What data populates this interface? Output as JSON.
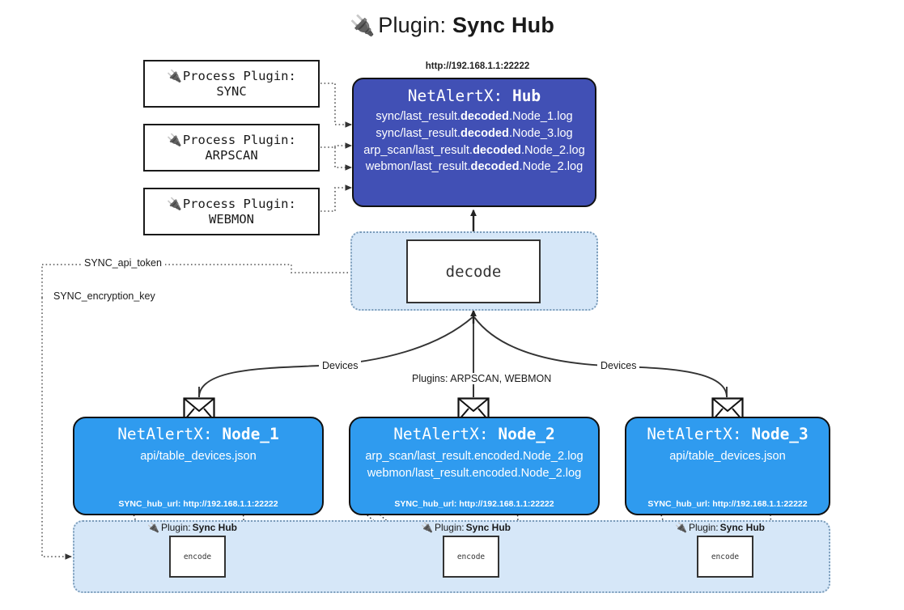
{
  "title": {
    "icon": "plug-icon",
    "label": "Plugin:",
    "value": "Sync Hub"
  },
  "process_plugins": [
    {
      "icon": "plug-icon",
      "line1": "Process Plugin:",
      "line2": "SYNC",
      "name": "process-plugin-sync"
    },
    {
      "icon": "plug-icon",
      "line1": "Process Plugin:",
      "line2": "ARPSCAN",
      "name": "process-plugin-arpscan"
    },
    {
      "icon": "plug-icon",
      "line1": "Process Plugin:",
      "line2": "WEBMON",
      "name": "process-plugin-webmon"
    }
  ],
  "hub": {
    "url": "http://192.168.1.1:22222",
    "title_prefix": "NetAlertX:",
    "title_value": "Hub",
    "lines": [
      {
        "pre": "sync/last_result.",
        "em": "decoded",
        "post": ".Node_1.log"
      },
      {
        "pre": "sync/last_result.",
        "em": "decoded",
        "post": ".Node_3.log"
      },
      {
        "pre": "arp_scan/last_result.",
        "em": "decoded",
        "post": ".Node_2.log"
      },
      {
        "pre": "webmon/last_result.",
        "em": "decoded",
        "post": ".Node_2.log"
      }
    ]
  },
  "decode": {
    "box_label": "decode"
  },
  "encode": {
    "box_label": "encode",
    "caption_icon": "plug-icon",
    "caption_label": "Plugin:",
    "caption_value": "Sync Hub"
  },
  "nodes": [
    {
      "name": "node-1",
      "title_prefix": "NetAlertX:",
      "title_value": "Node_1",
      "lines": [
        "api/table_devices.json"
      ],
      "footer": "SYNC_hub_url: http://192.168.1.1:22222"
    },
    {
      "name": "node-2",
      "title_prefix": "NetAlertX:",
      "title_value": "Node_2",
      "lines": [
        "arp_scan/last_result.encoded.Node_2.log",
        "webmon/last_result.encoded.Node_2.log"
      ],
      "footer": "SYNC_hub_url: http://192.168.1.1:22222"
    },
    {
      "name": "node-3",
      "title_prefix": "NetAlertX:",
      "title_value": "Node_3",
      "lines": [
        "api/table_devices.json"
      ],
      "footer": "SYNC_hub_url: http://192.168.1.1:22222"
    }
  ],
  "edge_labels": {
    "devices_left": "Devices",
    "devices_right": "Devices",
    "plugins": "Plugins: ARPSCAN, WEBMON",
    "api_token": "SYNC_api_token",
    "encryption_key": "SYNC_encryption_key"
  },
  "colors": {
    "hub_fill": "#4150b5",
    "node_fill": "#2f9bef",
    "zone_fill": "#d6e7f8",
    "zone_border": "#7b9cba",
    "stroke": "#111111",
    "background": "#ffffff"
  }
}
